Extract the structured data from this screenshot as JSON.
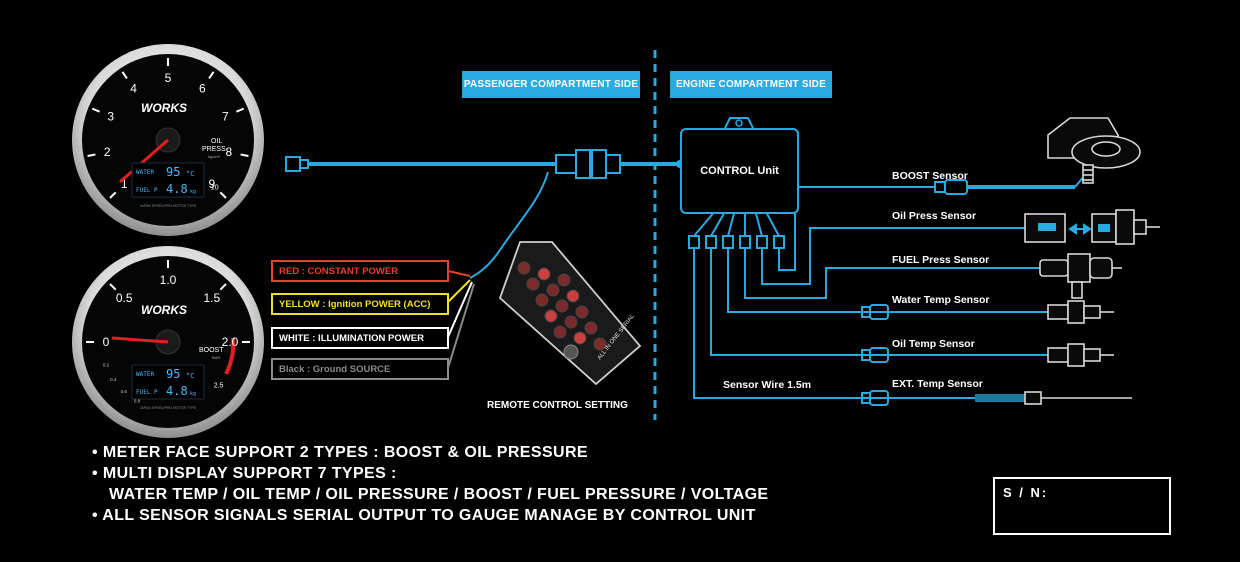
{
  "zones": {
    "passenger": "PASSENGER COMPARTMENT SIDE",
    "engine": "ENGINE COMPARTMENT SIDE"
  },
  "control_unit": {
    "label": "CONTROL Unit"
  },
  "sensors": [
    {
      "label": "BOOST Sensor"
    },
    {
      "label": "Oil Press Sensor"
    },
    {
      "label": "FUEL Press Sensor"
    },
    {
      "label": "Water Temp Sensor"
    },
    {
      "label": "Oil Temp Sensor"
    },
    {
      "label": "EXT. Temp Sensor"
    }
  ],
  "sensor_wire": "Sensor Wire 1.5m",
  "power": [
    {
      "label": "RED : CONSTANT POWER",
      "color": "#e8412c"
    },
    {
      "label": "YELLOW : Ignition POWER (ACC)",
      "color": "#f0e020"
    },
    {
      "label": "WHITE : ILLUMINATION POWER",
      "color": "#ffffff"
    },
    {
      "label": "Black : Ground SOURCE",
      "color": "#8a8a8a"
    }
  ],
  "remote": {
    "caption": "REMOTE CONTROL SETTING",
    "body_text": "ALL IN ONE SERIAL"
  },
  "gauge_oil": {
    "brand": "WORKS",
    "ticks": [
      "1",
      "2",
      "3",
      "4",
      "5",
      "6",
      "7",
      "8",
      "9",
      "10"
    ],
    "name_line1": "OIL",
    "name_line2": "PRESS",
    "unit": "kg/cm²",
    "lcd_row1_label": "WATER",
    "lcd_row1_value": "95",
    "lcd_row1_unit": "°C",
    "lcd_row2_label": "FUEL P",
    "lcd_row2_value": "4.8",
    "lcd_row2_unit": "kg",
    "footer": "JAPAN SPEED/PRO MOTOR TYPE"
  },
  "gauge_boost": {
    "brand": "WORKS",
    "ticks": [
      "0",
      "0.5",
      "1.0",
      "1.5",
      "2.0",
      "2.5"
    ],
    "neg_ticks": [
      "0.2",
      "0.4",
      "0.6",
      "0.8"
    ],
    "name_line1": "BOOST",
    "name_line2": "BAR",
    "lcd_row1_label": "WATER",
    "lcd_row1_value": "95",
    "lcd_row1_unit": "°C",
    "lcd_row2_label": "FUEL P",
    "lcd_row2_value": "4.8",
    "lcd_row2_unit": "kg",
    "footer": "JAPAN SPEED/PRO MOTOR TYPE"
  },
  "bullets": {
    "line1": "• METER FACE SUPPORT 2 TYPES : BOOST & OIL PRESSURE",
    "line2": "• MULTI DISPLAY SUPPORT 7 TYPES :",
    "line3": "WATER TEMP / OIL TEMP / OIL PRESSURE / BOOST / FUEL PRESSURE / VOLTAGE",
    "line4": "• ALL SENSOR SIGNALS SERIAL OUTPUT TO GAUGE MANAGE BY CONTROL UNIT"
  },
  "serial": {
    "label": "S / N:"
  },
  "colors": {
    "wire": "#29abe2",
    "accent": "#29abe2",
    "needle": "#e02020"
  }
}
